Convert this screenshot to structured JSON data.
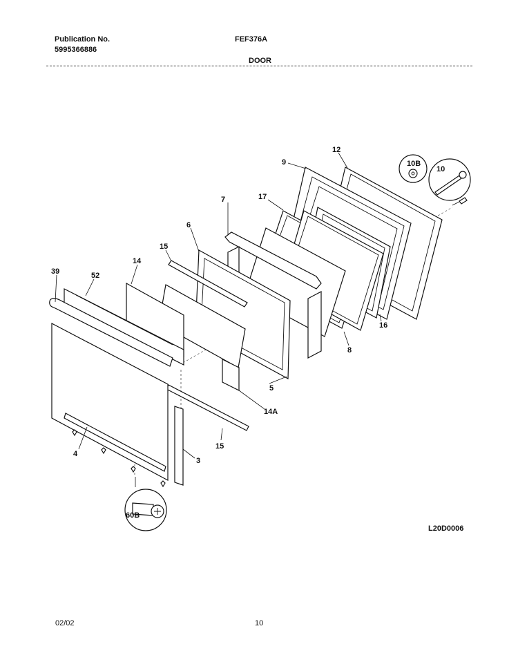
{
  "header": {
    "publication_label": "Publication No.",
    "publication_number": "5995366886",
    "model": "FEF376A",
    "section": "DOOR"
  },
  "diagram": {
    "callouts": {
      "c9": "9",
      "c12": "12",
      "c10b": "10B",
      "c10": "10",
      "c7": "7",
      "c17": "17",
      "c6": "6",
      "c15a": "15",
      "c14": "14",
      "c39": "39",
      "c52": "52",
      "c16": "16",
      "c8": "8",
      "c5": "5",
      "c14a": "14A",
      "c15b": "15",
      "c4": "4",
      "c3": "3",
      "c60b": "60B"
    },
    "drawing_code": "L20D0006"
  },
  "footer": {
    "date": "02/02",
    "page": "10"
  }
}
